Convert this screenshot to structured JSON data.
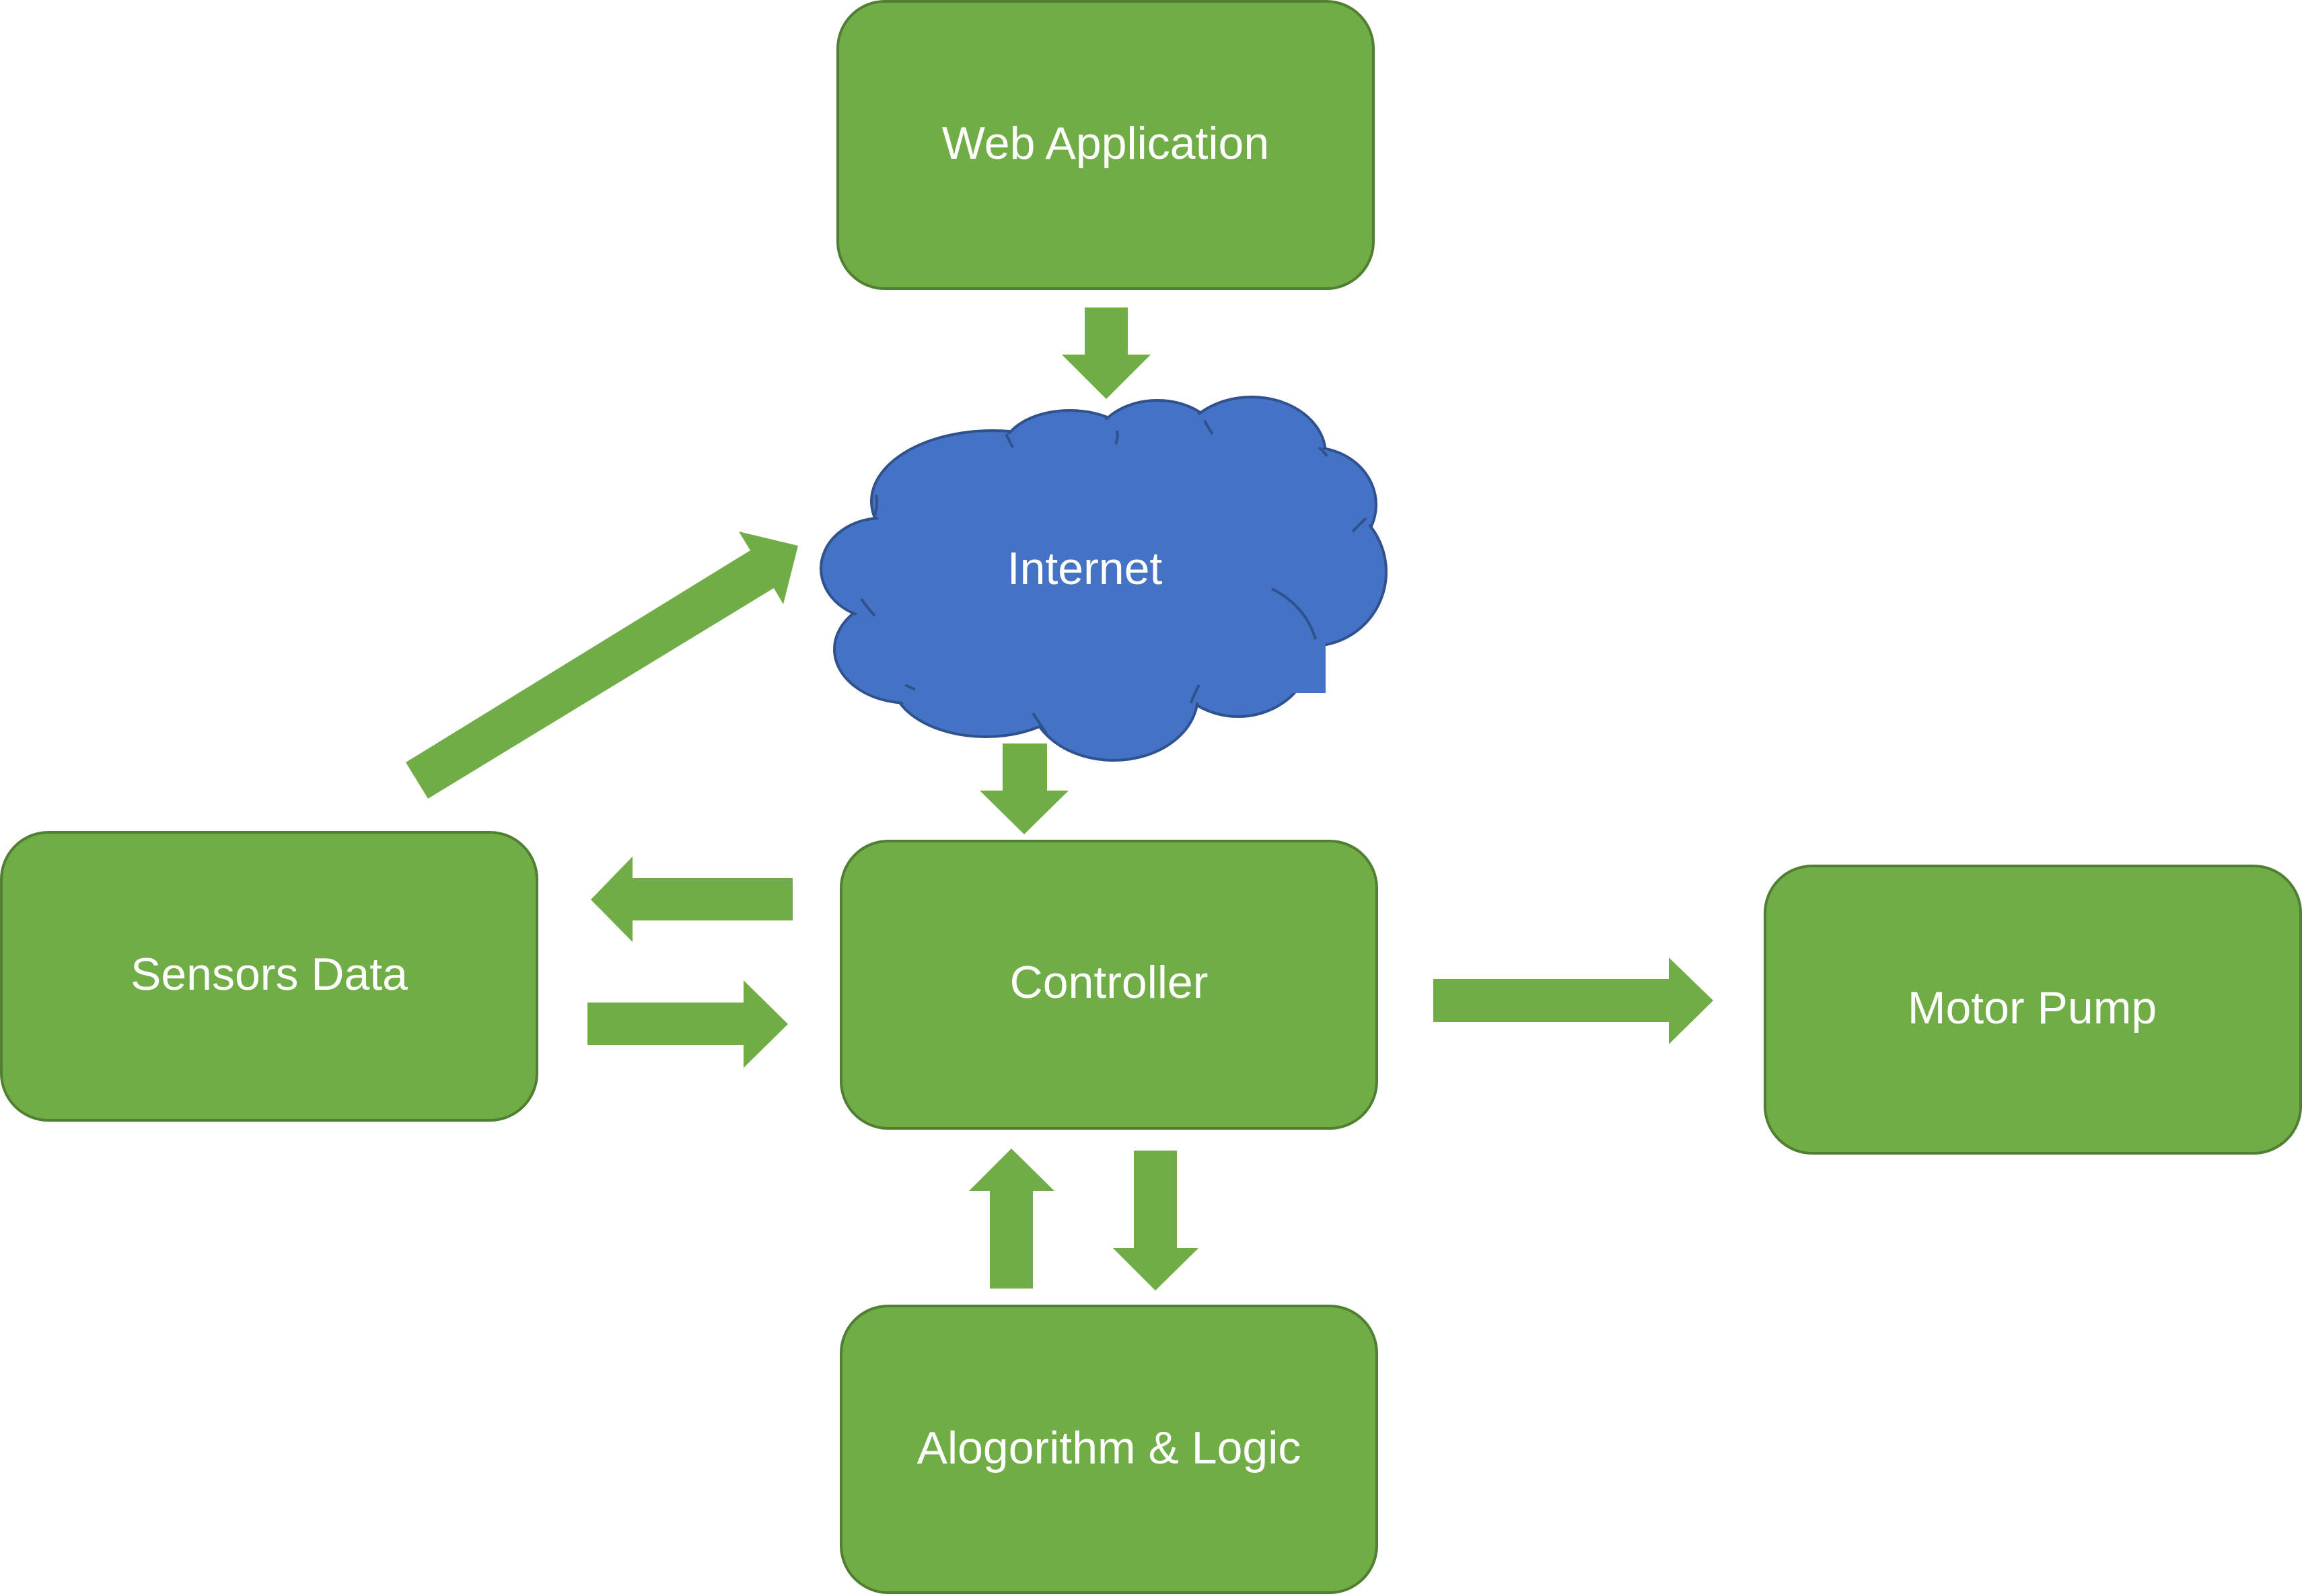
{
  "nodes": {
    "web_application": "Web Application",
    "internet": "Internet",
    "sensors_data": "Sensors Data",
    "controller": "Controller",
    "motor_pump": "Motor Pump",
    "algorithm_logic": "Alogorithm &  Logic"
  },
  "edges": [
    {
      "from": "Web Application",
      "to": "Internet"
    },
    {
      "from": "Internet",
      "to": "Controller"
    },
    {
      "from": "Sensors Data",
      "to": "Internet"
    },
    {
      "from": "Controller",
      "to": "Sensors Data"
    },
    {
      "from": "Sensors Data",
      "to": "Controller"
    },
    {
      "from": "Controller",
      "to": "Motor Pump"
    },
    {
      "from": "Alogorithm &  Logic",
      "to": "Controller"
    },
    {
      "from": "Controller",
      "to": "Alogorithm &  Logic"
    }
  ],
  "colors": {
    "box_fill": "#70AD47",
    "box_stroke": "#507E32",
    "cloud_fill": "#4472C4",
    "cloud_stroke": "#2F528F",
    "text": "#FFFFFF",
    "arrow": "#70AD47"
  }
}
